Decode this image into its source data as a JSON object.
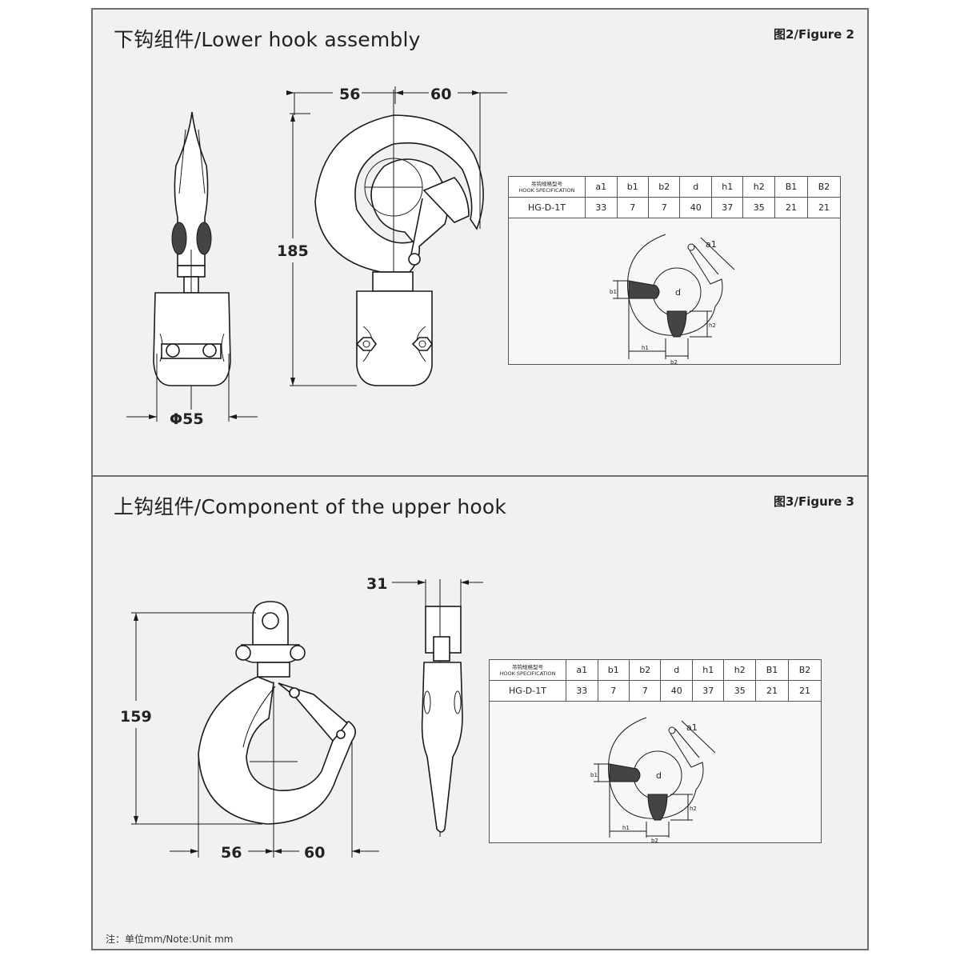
{
  "figure2": {
    "title": "下钩组件/Lower hook assembly",
    "label": "图2/Figure 2",
    "dims": {
      "w1": "56",
      "w2": "60",
      "height": "185",
      "diameter": "Φ55"
    }
  },
  "figure3": {
    "title": "上钩组件/Component of the upper hook",
    "label": "图3/Figure 3",
    "dims": {
      "w1": "56",
      "w2": "60",
      "height": "159",
      "thickness": "31"
    }
  },
  "spec_table": {
    "header_cn": "吊钩规格型号",
    "header_en": "HOOK SPECIFICATION",
    "columns": [
      "a1",
      "b1",
      "b2",
      "d",
      "h1",
      "h2",
      "B1",
      "B2"
    ],
    "model": "HG-D-1T",
    "values": [
      "33",
      "7",
      "7",
      "40",
      "37",
      "35",
      "21",
      "21"
    ]
  },
  "schematic_labels": {
    "a1": "a1",
    "d": "d",
    "h1": "h1",
    "h2": "h2",
    "b1": "b1",
    "b2": "b2"
  },
  "note": "注：单位mm/Note:Unit mm"
}
